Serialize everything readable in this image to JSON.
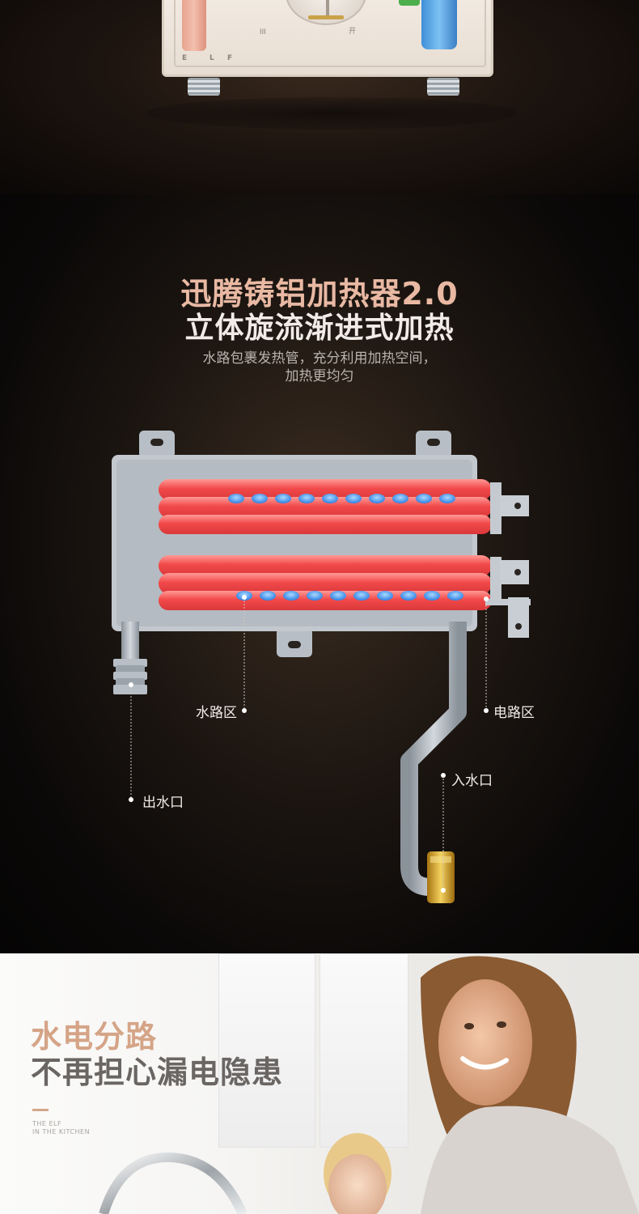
{
  "product_top": {
    "unit_labels": [
      "E",
      "L",
      "F"
    ],
    "switch_label": "开",
    "indicator": "III"
  },
  "heater_section": {
    "title": "迅腾铸铝加热器2.0",
    "subtitle": "立体旋流渐进式加热",
    "description_line1": "水路包裹发热管，充分利用加热空间，",
    "description_line2": "加热更均匀",
    "labels": {
      "water_zone": "水路区",
      "electric_zone": "电路区",
      "outlet": "出水口",
      "inlet": "入水口"
    }
  },
  "kitchen_section": {
    "title": "水电分路",
    "subtitle": "不再担心漏电隐患",
    "brand_line1": "THE ELF",
    "brand_line2": "IN THE KITCHEN"
  },
  "colors": {
    "accent_peach": "#e9b9a3",
    "hot_pipe_red": "#f2494a",
    "water_blue": "#3a86e8",
    "coil_gray": "#9aa3ab",
    "brass": "#d9a521"
  }
}
